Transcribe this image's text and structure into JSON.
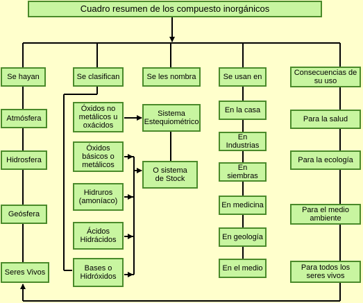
{
  "title": "Cuadro resumen de los compuesto inorgánicos",
  "columns": {
    "se_hayan": {
      "header": "Se hayan",
      "items": [
        "Atmósfera",
        "Hidrosfera",
        "Geósfera",
        "Seres Vivos"
      ]
    },
    "se_clasifican": {
      "header": "Se clasifican",
      "items": [
        "Óxidos no\nmetálicos u\noxácidos",
        "Óxidos\nbásicos o\nmetálicos",
        "Hidruros\n(amoníaco)",
        "Ácidos\nHidrácidos",
        "Bases o\nHidróxidos"
      ]
    },
    "se_les_nombra": {
      "header": "Se les nombra",
      "items": [
        "Sistema\nEstequiométrico",
        "O sistema\nde Stock"
      ]
    },
    "se_usan_en": {
      "header": "Se usan en",
      "items": [
        "En la casa",
        "En Industrias",
        "En siembras",
        "En medicina",
        "En geología",
        "En el medio"
      ]
    },
    "consecuencias": {
      "header": "Consecuencias de\nsu uso",
      "items": [
        "Para la salud",
        "Para la ecología",
        "Para el medio\nambiente",
        "Para todos los\nseres vivos"
      ]
    }
  }
}
